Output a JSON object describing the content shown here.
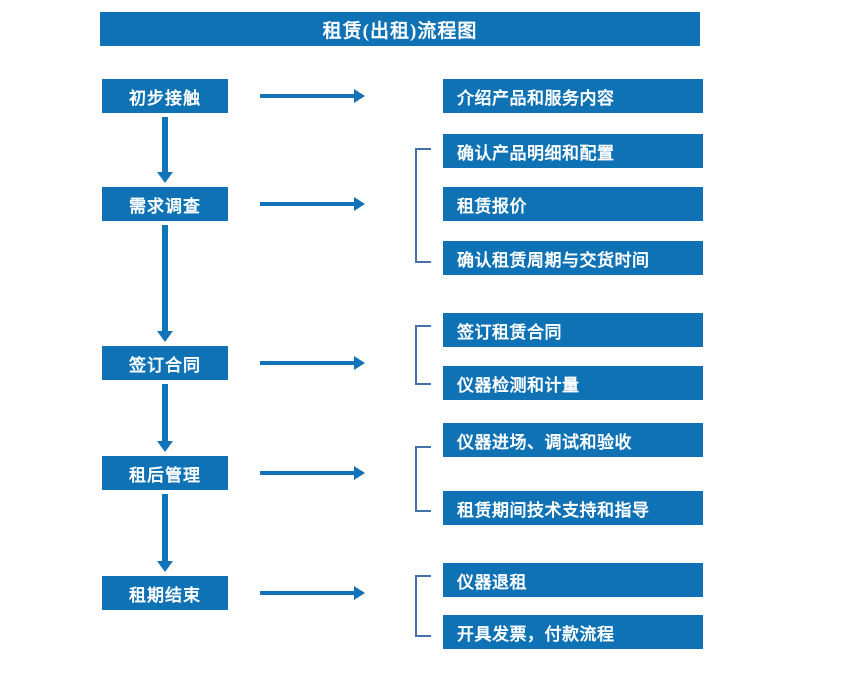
{
  "title": "租赁(出租)流程图",
  "colors": {
    "box_fill": "#0f72b5",
    "box_text": "#ffffff",
    "arrow": "#1273b8",
    "bracket": "#4472a8",
    "background": "#ffffff"
  },
  "stages": [
    {
      "label": "初步接触"
    },
    {
      "label": "需求调查"
    },
    {
      "label": "签订合同"
    },
    {
      "label": "租后管理"
    },
    {
      "label": "租期结束"
    }
  ],
  "details": [
    {
      "label": "介绍产品和服务内容"
    },
    {
      "label": "确认产品明细和配置"
    },
    {
      "label": "租赁报价"
    },
    {
      "label": "确认租赁周期与交货时间"
    },
    {
      "label": "签订租赁合同"
    },
    {
      "label": "仪器检测和计量"
    },
    {
      "label": "仪器进场、调试和验收"
    },
    {
      "label": "租赁期间技术支持和指导"
    },
    {
      "label": "仪器退租"
    },
    {
      "label": "开具发票，付款流程"
    }
  ],
  "groups": [
    {
      "name": "需求调查-group",
      "detail_indices": [
        1,
        2,
        3
      ]
    },
    {
      "name": "签订合同-group",
      "detail_indices": [
        4,
        5
      ]
    },
    {
      "name": "租后管理-group",
      "detail_indices": [
        6,
        7
      ]
    },
    {
      "name": "租期结束-group",
      "detail_indices": [
        8,
        9
      ]
    }
  ]
}
